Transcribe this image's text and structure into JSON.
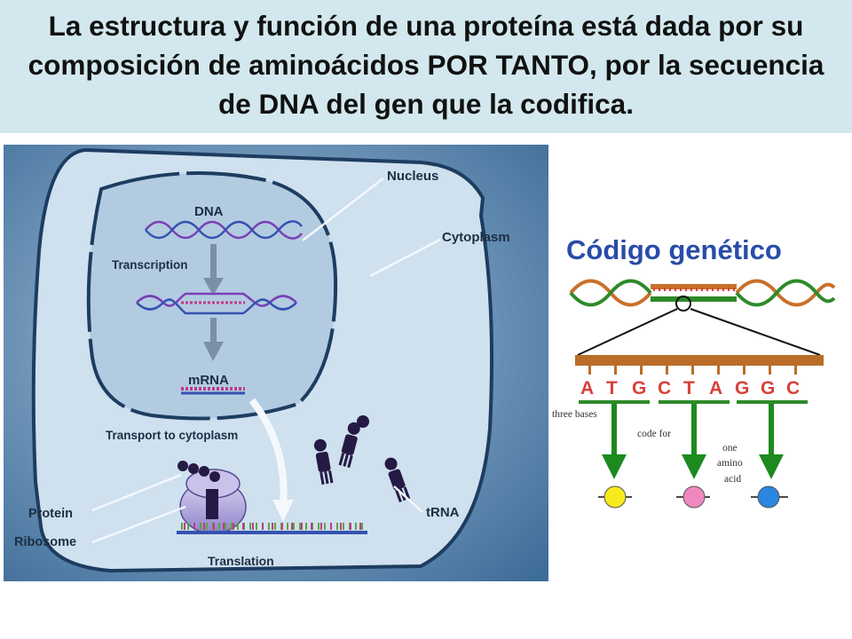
{
  "title": "La estructura y función de una proteína está dada por su composición de aminoácidos POR TANTO, por la secuencia de DNA del gen que la codifica.",
  "cell_diagram": {
    "labels": {
      "nucleus": "Nucleus",
      "cytoplasm": "Cytoplasm",
      "dna": "DNA",
      "transcription": "Transcription",
      "mrna": "mRNA",
      "transport": "Transport to cytoplasm",
      "protein": "Protein",
      "ribosome": "Ribosome",
      "trna": "tRNA",
      "translation": "Translation"
    }
  },
  "genetic_code": {
    "title": "Código genético",
    "bases": [
      "A",
      "T",
      "G",
      "C",
      "T",
      "A",
      "G",
      "G",
      "C"
    ],
    "three_bases_label": "three bases",
    "code_for_label": "code for",
    "amino_acid_label": [
      "one",
      "amino",
      "acid"
    ],
    "amino_acid_colors": [
      "#f6ea1c",
      "#f088c0",
      "#2a86e0"
    ],
    "base_color": "#d8403a",
    "arrow_color": "#1d8a1f"
  }
}
